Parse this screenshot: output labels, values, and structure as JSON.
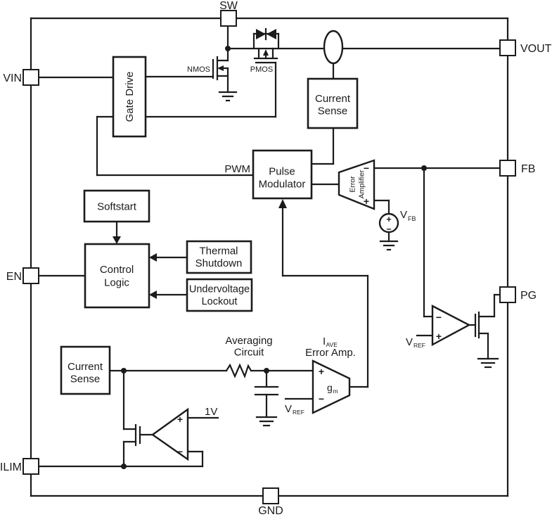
{
  "pins": {
    "sw": "SW",
    "vin": "VIN",
    "en": "EN",
    "ilim": "ILIM",
    "gnd": "GND",
    "vout": "VOUT",
    "fb": "FB",
    "pg": "PG"
  },
  "blocks": {
    "gate_drive": "Gate Drive",
    "current_sense_top": {
      "line1": "Current",
      "line2": "Sense"
    },
    "pulse_modulator": {
      "line1": "Pulse",
      "line2": "Modulator"
    },
    "softstart": "Softstart",
    "control_logic": {
      "line1": "Control",
      "line2": "Logic"
    },
    "thermal_shutdown": {
      "line1": "Thermal",
      "line2": "Shutdown"
    },
    "undervoltage_lockout": {
      "line1": "Undervoltage",
      "line2": "Lockout"
    },
    "current_sense_bottom": {
      "line1": "Current",
      "line2": "Sense"
    }
  },
  "amps": {
    "error_amplifier": {
      "line1": "Error",
      "line2": "Amplifier",
      "minus": "−",
      "plus": "+"
    },
    "iave_error_amp": {
      "title_i": "I",
      "title_sub": "AVE",
      "title2": "Error Amp.",
      "gain": "g",
      "gain_sub": "m",
      "plus": "+",
      "minus": "−"
    },
    "pg_comparator": {
      "minus": "−",
      "plus": "+"
    },
    "ilim_comparator": {
      "plus": "+",
      "minus": "−"
    }
  },
  "labels": {
    "pwm": "PWM",
    "nmos": "NMOS",
    "pmos": "PMOS",
    "vfb": {
      "v": "V",
      "sub": "FB",
      "plus": "+",
      "minus": "−"
    },
    "vref": {
      "v": "V",
      "sub": "REF"
    },
    "averaging": {
      "line1": "Averaging",
      "line2": "Circuit"
    },
    "one_volt": "1V"
  },
  "colors": {
    "line": "#1b1b1b",
    "background": "#ffffff"
  }
}
